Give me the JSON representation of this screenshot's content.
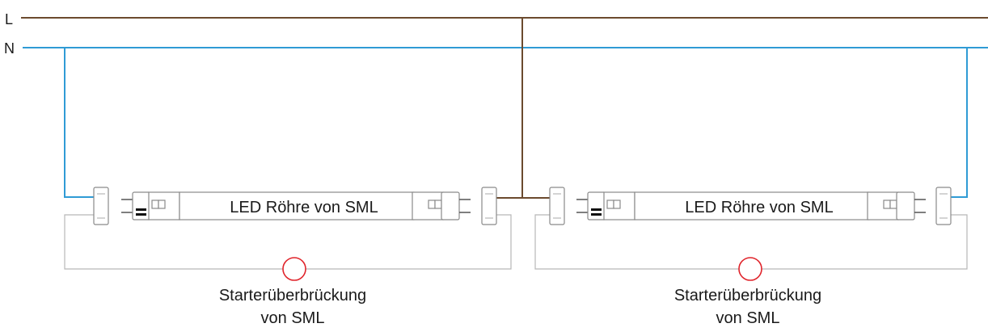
{
  "lines": {
    "L": "L",
    "N": "N"
  },
  "lamps": [
    {
      "tube_label": "LED Röhre von SML",
      "starter_label_1": "Starterüberbrückung",
      "starter_label_2": "von SML"
    },
    {
      "tube_label": "LED Röhre von SML",
      "starter_label_1": "Starterüberbrückung",
      "starter_label_2": "von SML"
    }
  ],
  "colors": {
    "phase_wire": "#6b4a2e",
    "neutral_wire": "#2f9bd5",
    "starter_ring": "#e0242b"
  }
}
